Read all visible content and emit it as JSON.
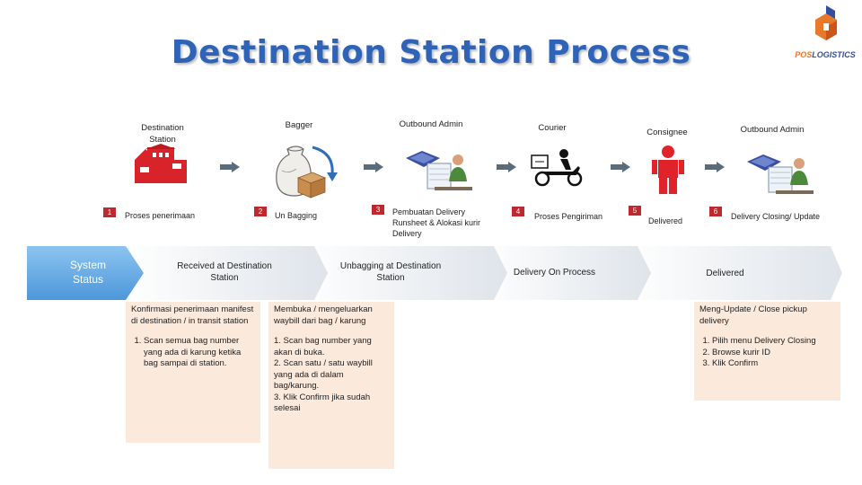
{
  "title": "Destination Station Process",
  "logo": {
    "text_bold": "POS",
    "text_rest": "LOGISTICS"
  },
  "roles": {
    "destination_station": "Destination Station",
    "bagger": "Bagger",
    "outbound_admin_1": "Outbound Admin",
    "courier": "Courier",
    "consignee": "Consignee",
    "outbound_admin_2": "Outbound Admin"
  },
  "steps": [
    {
      "num": "1",
      "label": "Proses penerimaan"
    },
    {
      "num": "2",
      "label": "Un Bagging"
    },
    {
      "num": "3",
      "label": "Pembuatan Delivery Runsheet & Alokasi kurir Delivery"
    },
    {
      "num": "4",
      "label": "Proses Pengiriman"
    },
    {
      "num": "5",
      "label": "Delivered"
    },
    {
      "num": "6",
      "label": "Delivery Closing/ Update"
    }
  ],
  "status": {
    "label": "System Status",
    "stages": [
      "Received at Destination Station",
      "Unbagging at Destination Station",
      "Delivery On Process",
      "Delivered"
    ]
  },
  "notes": {
    "n1": {
      "intro": "Konfirmasi penerimaan manifest di destination / in transit station",
      "items": [
        "Scan semua bag number yang ada di karung ketika bag sampai di station."
      ]
    },
    "n2": {
      "intro": "Membuka / mengeluarkan waybill dari bag / karung",
      "lines": [
        "1. Scan bag number yang akan di buka.",
        "2. Scan satu / satu waybill yang ada di dalam bag/karung.",
        "3. Klik Confirm jika sudah selesai"
      ]
    },
    "n3": {
      "intro": "Meng-Update / Close pickup delivery",
      "items": [
        "Pilih menu Delivery Closing",
        "Browse kurir ID",
        "Klik Confirm"
      ]
    }
  },
  "colors": {
    "title": "#2f63b8",
    "step_badge": "#c0282e",
    "chevron": "#6fb0e6",
    "note_bg": "#fbe9dc",
    "arrow": "#5a6b7a",
    "consignee": "#e0222b",
    "logo_orange": "#e8792b",
    "logo_blue": "#2f4fa0"
  },
  "icons": [
    "factory-icon",
    "sack-icon",
    "computer-operator-icon",
    "courier-motorbike-icon",
    "person-icon",
    "computer-operator-icon"
  ]
}
